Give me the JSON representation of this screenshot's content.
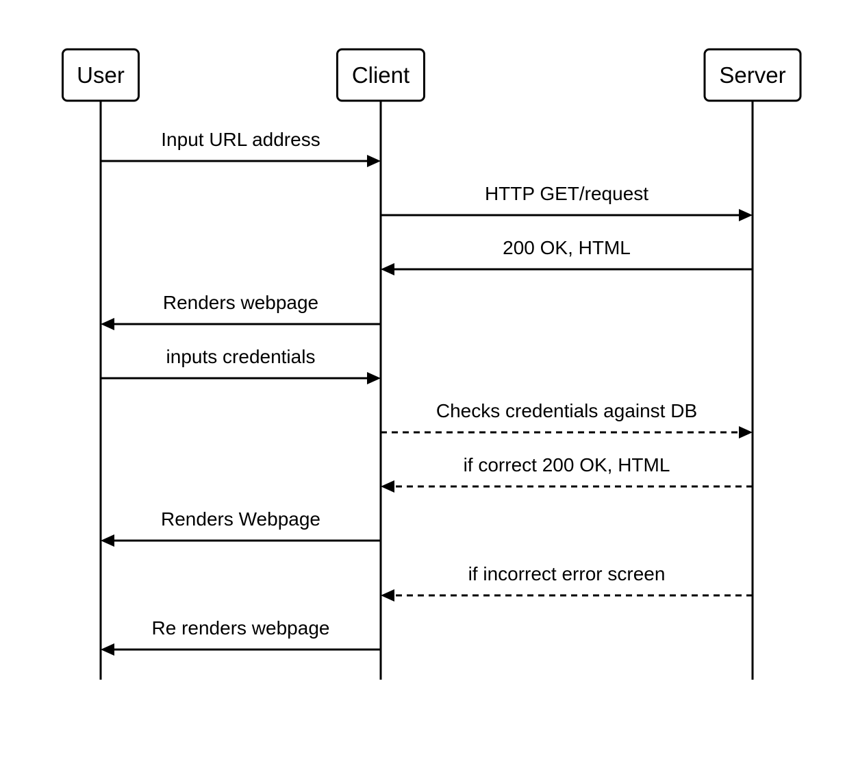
{
  "actors": [
    {
      "id": "user",
      "label": "User"
    },
    {
      "id": "client",
      "label": "Client"
    },
    {
      "id": "server",
      "label": "Server"
    }
  ],
  "messages": [
    {
      "from": "user",
      "to": "client",
      "label": "Input URL address",
      "style": "solid"
    },
    {
      "from": "client",
      "to": "server",
      "label": "HTTP GET/request",
      "style": "solid"
    },
    {
      "from": "server",
      "to": "client",
      "label": "200 OK, HTML",
      "style": "solid"
    },
    {
      "from": "client",
      "to": "user",
      "label": "Renders webpage",
      "style": "solid"
    },
    {
      "from": "user",
      "to": "client",
      "label": "inputs credentials",
      "style": "solid"
    },
    {
      "from": "client",
      "to": "server",
      "label": "Checks credentials against DB",
      "style": "dashed"
    },
    {
      "from": "server",
      "to": "client",
      "label": "if correct 200 OK, HTML",
      "style": "dashed"
    },
    {
      "from": "client",
      "to": "user",
      "label": "Renders Webpage",
      "style": "solid"
    },
    {
      "from": "server",
      "to": "client",
      "label": "if incorrect error screen",
      "style": "dashed"
    },
    {
      "from": "client",
      "to": "user",
      "label": "Re renders webpage",
      "style": "solid"
    }
  ]
}
